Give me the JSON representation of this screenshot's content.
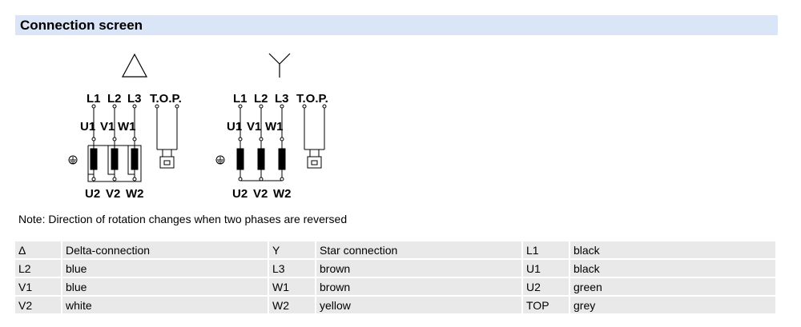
{
  "header": {
    "title": "Connection screen"
  },
  "delta_diagram": {
    "symbol": "△",
    "line_labels": [
      "L1",
      "L2",
      "L3"
    ],
    "top_label": "T.O.P.",
    "upper_labels": [
      "U1",
      "V1",
      "W1"
    ],
    "lower_labels": [
      "U2",
      "V2",
      "W2"
    ],
    "earth_symbol": "⏚"
  },
  "star_diagram": {
    "symbol": "Y",
    "line_labels": [
      "L1",
      "L2",
      "L3"
    ],
    "top_label": "T.O.P.",
    "upper_labels": [
      "U1",
      "V1",
      "W1"
    ],
    "lower_labels": [
      "U2",
      "V2",
      "W2"
    ],
    "earth_symbol": "⏚"
  },
  "note": "Note: Direction of rotation changes when two phases are reversed",
  "legend": {
    "rows": [
      [
        {
          "key": "Δ",
          "value": "Delta-connection"
        },
        {
          "key": "Y",
          "value": "Star connection"
        },
        {
          "key": "L1",
          "value": "black"
        }
      ],
      [
        {
          "key": "L2",
          "value": "blue"
        },
        {
          "key": "L3",
          "value": "brown"
        },
        {
          "key": "U1",
          "value": "black"
        }
      ],
      [
        {
          "key": "V1",
          "value": "blue"
        },
        {
          "key": "W1",
          "value": "brown"
        },
        {
          "key": "U2",
          "value": "green"
        }
      ],
      [
        {
          "key": "V2",
          "value": "white"
        },
        {
          "key": "W2",
          "value": "yellow"
        },
        {
          "key": "TOP",
          "value": "grey"
        }
      ]
    ]
  }
}
